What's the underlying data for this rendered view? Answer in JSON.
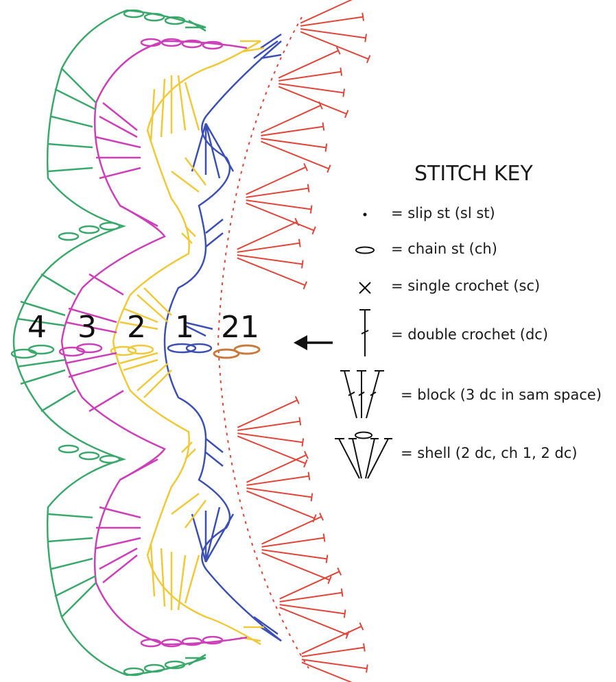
{
  "diagram": {
    "row_labels": [
      {
        "id": "row-4",
        "text": "4",
        "color": "#3aa86b"
      },
      {
        "id": "row-3",
        "text": "3",
        "color": "#cc3fb8"
      },
      {
        "id": "row-2",
        "text": "2",
        "color": "#f0c93a"
      },
      {
        "id": "row-1",
        "text": "1",
        "color": "#3b4fb5"
      },
      {
        "id": "row-21",
        "text": "21",
        "color": "#e0453a"
      }
    ],
    "start_marker_color": "#c87a3a",
    "arrow_icon": "left-arrow-icon"
  },
  "key": {
    "title": "STITCH KEY",
    "items": [
      {
        "icon": "slip-stitch-icon",
        "label": "= slip st (sl st)"
      },
      {
        "icon": "chain-stitch-icon",
        "label": "= chain st (ch)"
      },
      {
        "icon": "single-crochet-icon",
        "label": "= single crochet (sc)"
      },
      {
        "icon": "double-crochet-icon",
        "label": "= double crochet (dc)"
      },
      {
        "icon": "block-icon",
        "label": "= block (3 dc in sam space)"
      },
      {
        "icon": "shell-icon",
        "label": "= shell (2 dc, ch 1, 2 dc)"
      }
    ]
  }
}
